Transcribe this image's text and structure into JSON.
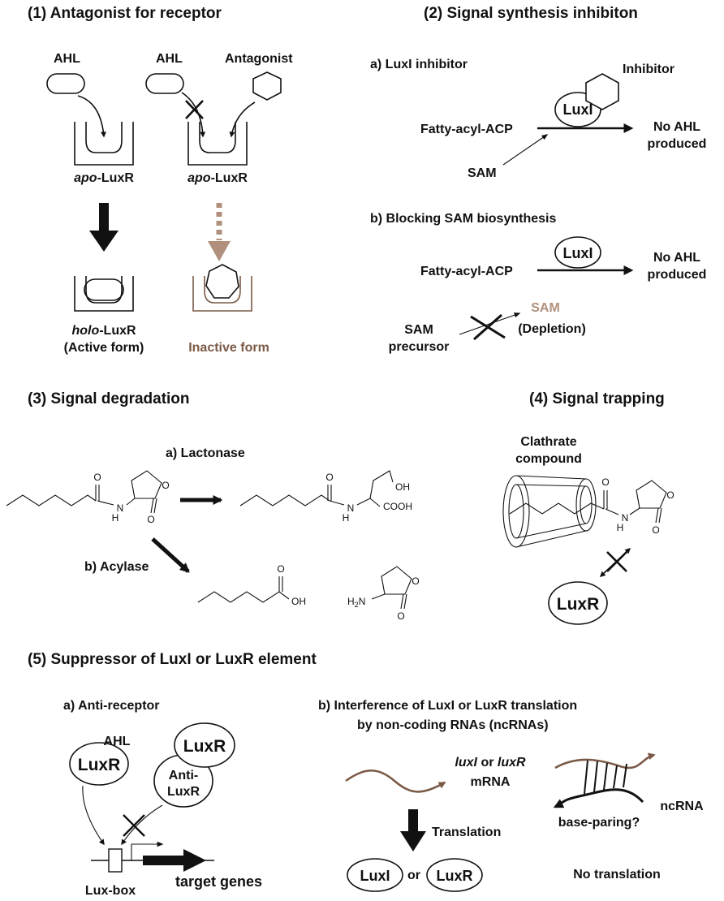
{
  "colors": {
    "ink": "#111111",
    "brown": "#7a5a46",
    "tan": "#b0907c"
  },
  "p1": {
    "title": "(1) Antagonist for receptor",
    "ahl_left": "AHL",
    "ahl_right": "AHL",
    "antagonist": "Antagonist",
    "apo_left_em": "apo",
    "apo_left_rest": "-LuxR",
    "apo_right_em": "apo",
    "apo_right_rest": "-LuxR",
    "holo_em": "holo",
    "holo_rest": "-LuxR",
    "active_form": "(Active form)",
    "inactive_form": "Inactive form"
  },
  "p2": {
    "title": "(2) Signal synthesis inhibiton",
    "a_label": "a) LuxI inhibitor",
    "inhibitor": "Inhibitor",
    "luxi_a": "LuxI",
    "fatty_a": "Fatty-acyl-ACP",
    "no_ahl_a_1": "No AHL",
    "no_ahl_a_2": "produced",
    "sam_a": "SAM",
    "b_label": "b) Blocking SAM biosynthesis",
    "luxi_b": "LuxI",
    "fatty_b": "Fatty-acyl-ACP",
    "no_ahl_b_1": "No AHL",
    "no_ahl_b_2": "produced",
    "sam_precursor_1": "SAM",
    "sam_precursor_2": "precursor",
    "sam_depleted": "SAM",
    "depletion": "(Depletion)"
  },
  "p3": {
    "title": "(3) Signal degradation",
    "lactonase": "a) Lactonase",
    "acylase": "b) Acylase",
    "atoms": {
      "o": "O",
      "h": "H",
      "n": "N",
      "oh": "OH",
      "cooh": "COOH",
      "h2n_a": "H",
      "h2n_b": "2",
      "h2n_c": "N"
    }
  },
  "p4": {
    "title": "(4) Signal trapping",
    "clathrate_1": "Clathrate",
    "clathrate_2": "compound",
    "luxr": "LuxR"
  },
  "p5": {
    "title": "(5) Suppressor of LuxI or LuxR element",
    "a_label": "a) Anti-receptor",
    "ahl": "AHL",
    "luxr_bound": "LuxR",
    "luxr_free": "LuxR",
    "anti_1": "Anti-",
    "anti_2": "LuxR",
    "luxbox": "Lux-box",
    "target": "target genes",
    "b_label_1": "b) Interference of LuxI or LuxR translation",
    "b_label_2": "by non-coding RNAs (ncRNAs)",
    "luxi_em": "luxI",
    "or_mid": " or ",
    "luxr_em": "luxR",
    "mrna": "mRNA",
    "ncrna": "ncRNA",
    "base_paring": "base-paring?",
    "translation": "Translation",
    "luxi_protein": "LuxI",
    "or_word": "or",
    "luxr_protein": "LuxR",
    "no_translation": "No translation"
  }
}
